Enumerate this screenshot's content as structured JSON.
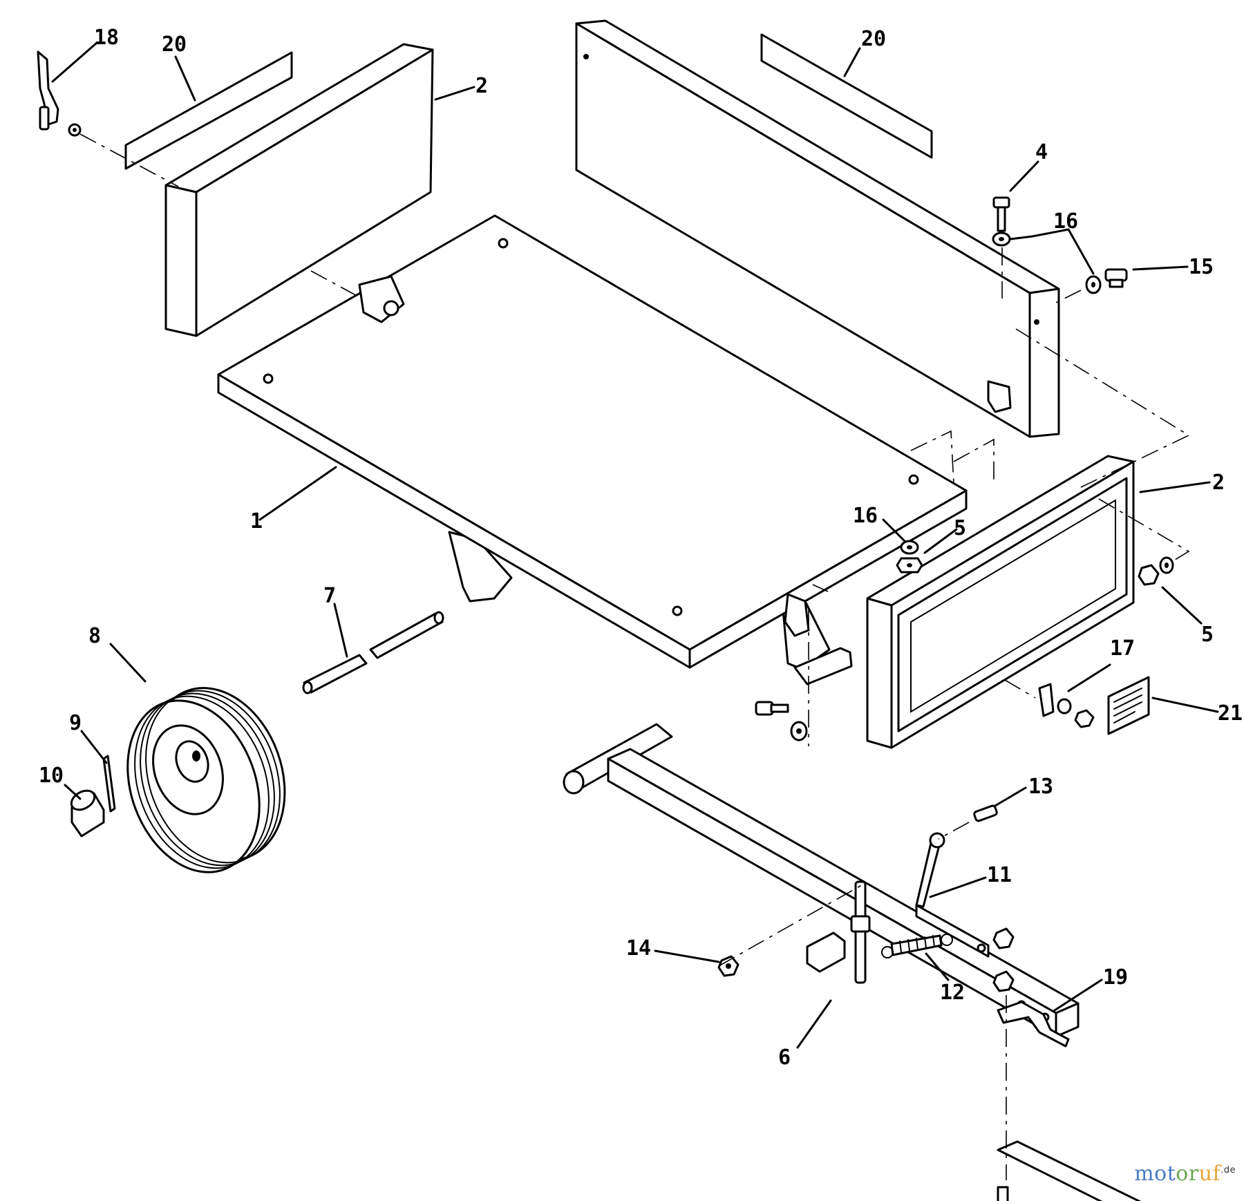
{
  "diagram": {
    "callouts": [
      {
        "id": "c-18a",
        "text": "18"
      },
      {
        "id": "c-20a",
        "text": "20"
      },
      {
        "id": "c-2a",
        "text": "2"
      },
      {
        "id": "c-20b",
        "text": "20"
      },
      {
        "id": "c-4",
        "text": "4"
      },
      {
        "id": "c-16a",
        "text": "16"
      },
      {
        "id": "c-15",
        "text": "15"
      },
      {
        "id": "c-2b",
        "text": "2"
      },
      {
        "id": "c-1",
        "text": "1"
      },
      {
        "id": "c-16b",
        "text": "16"
      },
      {
        "id": "c-5a",
        "text": "5"
      },
      {
        "id": "c-5b",
        "text": "5"
      },
      {
        "id": "c-7",
        "text": "7"
      },
      {
        "id": "c-8",
        "text": "8"
      },
      {
        "id": "c-9",
        "text": "9"
      },
      {
        "id": "c-10",
        "text": "10"
      },
      {
        "id": "c-17",
        "text": "17"
      },
      {
        "id": "c-21",
        "text": "21"
      },
      {
        "id": "c-13",
        "text": "13"
      },
      {
        "id": "c-11",
        "text": "11"
      },
      {
        "id": "c-14",
        "text": "14"
      },
      {
        "id": "c-12",
        "text": "12"
      },
      {
        "id": "c-19",
        "text": "19"
      },
      {
        "id": "c-6",
        "text": "6"
      }
    ]
  },
  "watermark": {
    "part1": "mot",
    "part2": "or",
    "part3": "uf",
    "suffix": ".de"
  }
}
